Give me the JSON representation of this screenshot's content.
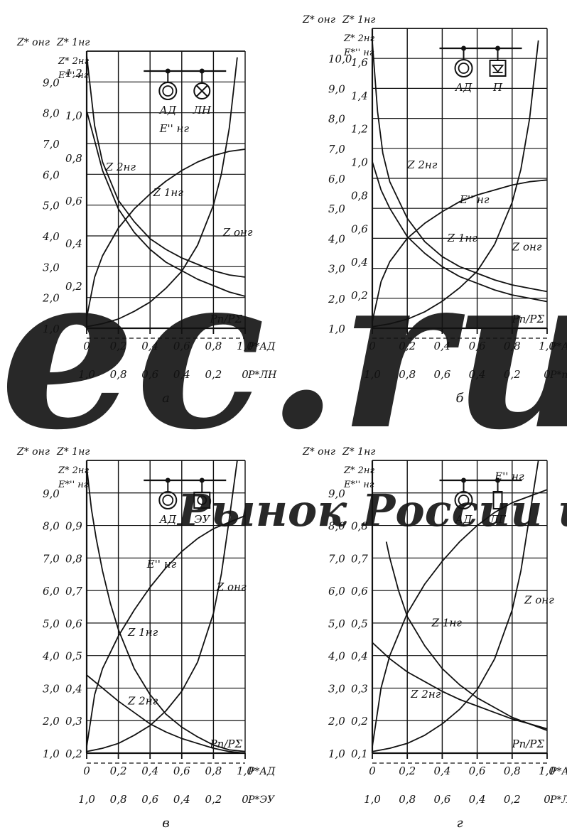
{
  "watermark": {
    "big": "ес.ru",
    "line": "Рынок России и СНГ",
    "color": "#f1e9ea"
  },
  "colors": {
    "ink": "#111111",
    "paper": "#ffffff"
  },
  "chart_data": [
    {
      "id": "a",
      "type": "line",
      "caption": "а",
      "left_axis_label": "Z* онг",
      "mid_axis_label": "Z* 1нг",
      "series_axis_labels": [
        "Z* 2нг",
        "E*'' нг"
      ],
      "left_ticks": [
        "1,0",
        "2,0",
        "3,0",
        "4,0",
        "5,0",
        "6,0",
        "7,0",
        "8,0",
        "9,0"
      ],
      "mid_ticks": [
        "0,2",
        "0,4",
        "0,6",
        "0,8",
        "1,0",
        "1,2"
      ],
      "x_ticks_top": [
        "0",
        "0,2",
        "0,4",
        "0,6",
        "0,8",
        "1,0"
      ],
      "x_label_top": "P*АД",
      "x_ticks_bottom": [
        "1,0",
        "0,8",
        "0,6",
        "0,4",
        "0,2",
        "0"
      ],
      "x_label_bottom": "P*ЛН",
      "ratio_label": "Pп/PΣ",
      "xlim": [
        0,
        1.0
      ],
      "ylim_left": [
        1.0,
        10.0
      ],
      "ylim_mid": [
        0,
        1.3
      ],
      "load_icon": "incandescent-lamp-icon",
      "inset_labels": [
        "АД",
        "ЛН"
      ],
      "series": [
        {
          "name": "Z2нг",
          "label": "Z 2нг",
          "axis": "mid",
          "x": [
            0,
            0.05,
            0.1,
            0.2,
            0.3,
            0.4,
            0.5,
            0.6,
            0.7,
            0.8,
            0.9,
            1.0
          ],
          "y": [
            1.28,
            0.95,
            0.78,
            0.6,
            0.5,
            0.42,
            0.37,
            0.33,
            0.3,
            0.27,
            0.25,
            0.24
          ]
        },
        {
          "name": "Z1нг",
          "label": "Z 1нг",
          "axis": "mid",
          "x": [
            0,
            0.05,
            0.1,
            0.2,
            0.3,
            0.4,
            0.5,
            0.6,
            0.7,
            0.8,
            0.9,
            1.0
          ],
          "y": [
            1.02,
            0.88,
            0.74,
            0.56,
            0.45,
            0.37,
            0.31,
            0.27,
            0.23,
            0.2,
            0.17,
            0.15
          ]
        },
        {
          "name": "E''нг",
          "label": "E'' нг",
          "axis": "mid",
          "x": [
            0,
            0.05,
            0.1,
            0.2,
            0.3,
            0.4,
            0.5,
            0.6,
            0.7,
            0.8,
            0.9,
            1.0
          ],
          "y": [
            0.05,
            0.24,
            0.34,
            0.47,
            0.56,
            0.63,
            0.69,
            0.74,
            0.78,
            0.81,
            0.83,
            0.84
          ]
        },
        {
          "name": "Zонг",
          "label": "Z онг",
          "axis": "left",
          "x": [
            0,
            0.1,
            0.2,
            0.3,
            0.4,
            0.5,
            0.6,
            0.7,
            0.8,
            0.85,
            0.9,
            0.95
          ],
          "y": [
            1.05,
            1.15,
            1.3,
            1.55,
            1.85,
            2.3,
            2.85,
            3.7,
            5.0,
            6.0,
            7.5,
            9.8
          ]
        }
      ]
    },
    {
      "id": "b",
      "type": "line",
      "caption": "б",
      "left_axis_label": "Z* онг",
      "mid_axis_label": "Z* 1нг",
      "series_axis_labels": [
        "Z* 2нг",
        "E*'' нг"
      ],
      "left_ticks": [
        "1,0",
        "2,0",
        "3,0",
        "4,0",
        "5,0",
        "6,0",
        "7,0",
        "8,0",
        "9,0",
        "10,0"
      ],
      "mid_ticks": [
        "0,2",
        "0,4",
        "0,6",
        "0,8",
        "1,0",
        "1,2",
        "1,4",
        "1,6"
      ],
      "x_ticks_top": [
        "0",
        "0,2",
        "0,4",
        "0,6",
        "0,8",
        "1,0"
      ],
      "x_label_top": "P*АД",
      "x_ticks_bottom": [
        "1,0",
        "0,8",
        "0,6",
        "0,4",
        "0,2",
        "0"
      ],
      "x_label_bottom": "P*п",
      "ratio_label": "Pп/PΣ",
      "xlim": [
        0,
        1.0
      ],
      "ylim_left": [
        1.0,
        11.0
      ],
      "ylim_mid": [
        0,
        1.8
      ],
      "load_icon": "converter-icon",
      "inset_labels": [
        "АД",
        "П"
      ],
      "series": [
        {
          "name": "Z2нг",
          "label": "Z 2нг",
          "axis": "mid",
          "x": [
            0,
            0.03,
            0.06,
            0.1,
            0.2,
            0.3,
            0.4,
            0.5,
            0.6,
            0.7,
            0.8,
            0.9,
            1.0
          ],
          "y": [
            1.72,
            1.3,
            1.05,
            0.88,
            0.66,
            0.52,
            0.43,
            0.37,
            0.33,
            0.29,
            0.26,
            0.24,
            0.22
          ]
        },
        {
          "name": "Z1нг",
          "label": "Z 1нг",
          "axis": "mid",
          "x": [
            0,
            0.05,
            0.1,
            0.2,
            0.3,
            0.4,
            0.5,
            0.6,
            0.7,
            0.8,
            0.9,
            1.0
          ],
          "y": [
            1.0,
            0.83,
            0.72,
            0.55,
            0.45,
            0.37,
            0.31,
            0.27,
            0.23,
            0.2,
            0.18,
            0.16
          ]
        },
        {
          "name": "E''нг",
          "label": "E'' нг",
          "axis": "mid",
          "x": [
            0,
            0.05,
            0.1,
            0.2,
            0.3,
            0.4,
            0.5,
            0.6,
            0.7,
            0.8,
            0.9,
            1.0
          ],
          "y": [
            0.04,
            0.28,
            0.4,
            0.54,
            0.63,
            0.7,
            0.76,
            0.8,
            0.83,
            0.86,
            0.88,
            0.89
          ]
        },
        {
          "name": "Zонг",
          "label": "Z онг",
          "axis": "left",
          "x": [
            0,
            0.1,
            0.2,
            0.3,
            0.4,
            0.5,
            0.6,
            0.7,
            0.8,
            0.85,
            0.9,
            0.95
          ],
          "y": [
            1.05,
            1.15,
            1.3,
            1.55,
            1.9,
            2.35,
            2.9,
            3.8,
            5.2,
            6.3,
            8.0,
            10.6
          ]
        }
      ]
    },
    {
      "id": "c",
      "type": "line",
      "caption": "в",
      "left_axis_label": "Z* онг",
      "mid_axis_label": "Z* 1нг",
      "series_axis_labels": [
        "Z* 2нг",
        "E*'' нг"
      ],
      "left_ticks": [
        "1,0",
        "2,0",
        "3,0",
        "4,0",
        "5,0",
        "6,0",
        "7,0",
        "8,0",
        "9,0"
      ],
      "mid_ticks": [
        "0,2",
        "0,3",
        "0,4",
        "0,5",
        "0,6",
        "0,7",
        "0,8",
        "0,9"
      ],
      "x_ticks_top": [
        "0",
        "0,2",
        "0,4",
        "0,6",
        "0,8",
        "1,0"
      ],
      "x_label_top": "P*АД",
      "x_ticks_bottom": [
        "1,0",
        "0,8",
        "0,6",
        "0,4",
        "0,2",
        "0"
      ],
      "x_label_bottom": "P*ЭУ",
      "ratio_label": "Pп/PΣ",
      "xlim": [
        0,
        1.0
      ],
      "ylim_left": [
        1.0,
        10.0
      ],
      "ylim_mid": [
        0.2,
        1.1
      ],
      "load_icon": "rectifier-icon",
      "inset_labels": [
        "АД",
        "ЭУ"
      ],
      "series": [
        {
          "name": "Z1нг",
          "label": "Z 1нг",
          "axis": "mid",
          "x": [
            0,
            0.03,
            0.06,
            0.1,
            0.15,
            0.2,
            0.3,
            0.4,
            0.5,
            0.6,
            0.7,
            0.8,
            0.9,
            1.0
          ],
          "y": [
            1.08,
            0.95,
            0.86,
            0.76,
            0.66,
            0.58,
            0.46,
            0.38,
            0.32,
            0.28,
            0.25,
            0.225,
            0.21,
            0.205
          ]
        },
        {
          "name": "Z2нг",
          "label": "Z 2нг",
          "axis": "mid",
          "x": [
            0,
            0.1,
            0.2,
            0.3,
            0.4,
            0.5,
            0.6,
            0.7,
            0.8,
            0.9,
            1.0
          ],
          "y": [
            0.44,
            0.4,
            0.36,
            0.325,
            0.29,
            0.265,
            0.245,
            0.23,
            0.215,
            0.205,
            0.2
          ]
        },
        {
          "name": "E''нг",
          "label": "E'' нг",
          "axis": "mid",
          "x": [
            0,
            0.05,
            0.1,
            0.2,
            0.3,
            0.4,
            0.5,
            0.6,
            0.7,
            0.8,
            0.9,
            1.0
          ],
          "y": [
            0.22,
            0.38,
            0.46,
            0.56,
            0.64,
            0.71,
            0.77,
            0.82,
            0.86,
            0.89,
            0.91,
            0.93
          ]
        },
        {
          "name": "Zонг",
          "label": "Z онг",
          "axis": "left",
          "x": [
            0,
            0.1,
            0.2,
            0.3,
            0.4,
            0.5,
            0.6,
            0.7,
            0.8,
            0.85,
            0.9,
            0.95
          ],
          "y": [
            1.05,
            1.15,
            1.3,
            1.55,
            1.85,
            2.3,
            2.9,
            3.8,
            5.3,
            6.5,
            8.2,
            10.0
          ]
        }
      ]
    },
    {
      "id": "d",
      "type": "line",
      "caption": "г",
      "left_axis_label": "Z* онг",
      "mid_axis_label": "Z* 1нг",
      "series_axis_labels": [
        "Z* 2нг",
        "E*'' нг"
      ],
      "left_ticks": [
        "1,0",
        "2,0",
        "3,0",
        "4,0",
        "5,0",
        "6,0",
        "7,0",
        "8,0",
        "9,0"
      ],
      "mid_ticks": [
        "0,1",
        "0,2",
        "0,3",
        "0,4",
        "0,5",
        "0,6",
        "0,7",
        "0,8"
      ],
      "x_ticks_top": [
        "0",
        "0,2",
        "0,4",
        "0,6",
        "0,8",
        "1,0"
      ],
      "x_label_top": "P*АД",
      "x_ticks_bottom": [
        "1,0",
        "0,8",
        "0,6",
        "0,4",
        "0,2",
        "0"
      ],
      "x_label_bottom": "P*ЛГ",
      "ratio_label": "Pп/PΣ",
      "xlim": [
        0,
        1.0
      ],
      "ylim_left": [
        1.0,
        10.0
      ],
      "ylim_mid": [
        0.1,
        1.0
      ],
      "load_icon": "discharge-lamp-icon",
      "inset_labels": [
        "АД",
        "ЛГ"
      ],
      "series": [
        {
          "name": "E''нг",
          "label": "E'' нг",
          "axis": "mid",
          "x": [
            0,
            0.05,
            0.1,
            0.2,
            0.3,
            0.4,
            0.5,
            0.6,
            0.7,
            0.8,
            0.9,
            1.0
          ],
          "y": [
            0.12,
            0.3,
            0.4,
            0.53,
            0.62,
            0.69,
            0.75,
            0.8,
            0.84,
            0.87,
            0.89,
            0.91
          ]
        },
        {
          "name": "Z1нг",
          "label": "Z 1нг",
          "axis": "mid",
          "x": [
            0.08,
            0.1,
            0.15,
            0.2,
            0.3,
            0.4,
            0.5,
            0.6,
            0.7,
            0.8,
            0.9,
            1.0
          ],
          "y": [
            0.75,
            0.7,
            0.6,
            0.52,
            0.43,
            0.36,
            0.31,
            0.27,
            0.24,
            0.21,
            0.19,
            0.17
          ]
        },
        {
          "name": "Z2нг",
          "label": "Z 2нг",
          "axis": "mid",
          "x": [
            0,
            0.1,
            0.2,
            0.3,
            0.4,
            0.5,
            0.6,
            0.7,
            0.8,
            0.9,
            1.0
          ],
          "y": [
            0.44,
            0.39,
            0.35,
            0.32,
            0.29,
            0.265,
            0.245,
            0.225,
            0.205,
            0.19,
            0.175
          ]
        },
        {
          "name": "Zонг",
          "label": "Z онг",
          "axis": "left",
          "x": [
            0,
            0.1,
            0.2,
            0.3,
            0.4,
            0.5,
            0.6,
            0.7,
            0.8,
            0.85,
            0.9,
            0.95
          ],
          "y": [
            1.05,
            1.15,
            1.3,
            1.55,
            1.9,
            2.35,
            2.95,
            3.9,
            5.4,
            6.6,
            8.3,
            10.0
          ]
        }
      ]
    }
  ]
}
